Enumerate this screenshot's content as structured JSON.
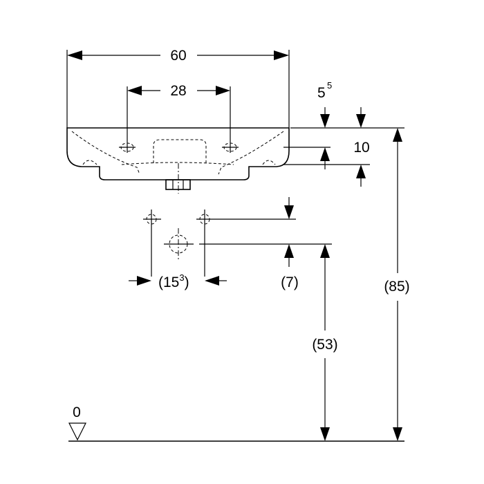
{
  "dimensions": {
    "overall_width": "60",
    "tap_hole_spacing": "28",
    "rim_thickness_base": "5",
    "rim_thickness_sup": "5",
    "basin_depth": "10",
    "connection_spacing_base": "(15",
    "connection_spacing_sup": "3",
    "connection_spacing_close": ")",
    "supply_offset": "(7)",
    "waste_height": "(53)",
    "rim_height": "(85)",
    "floor_level": "0"
  }
}
